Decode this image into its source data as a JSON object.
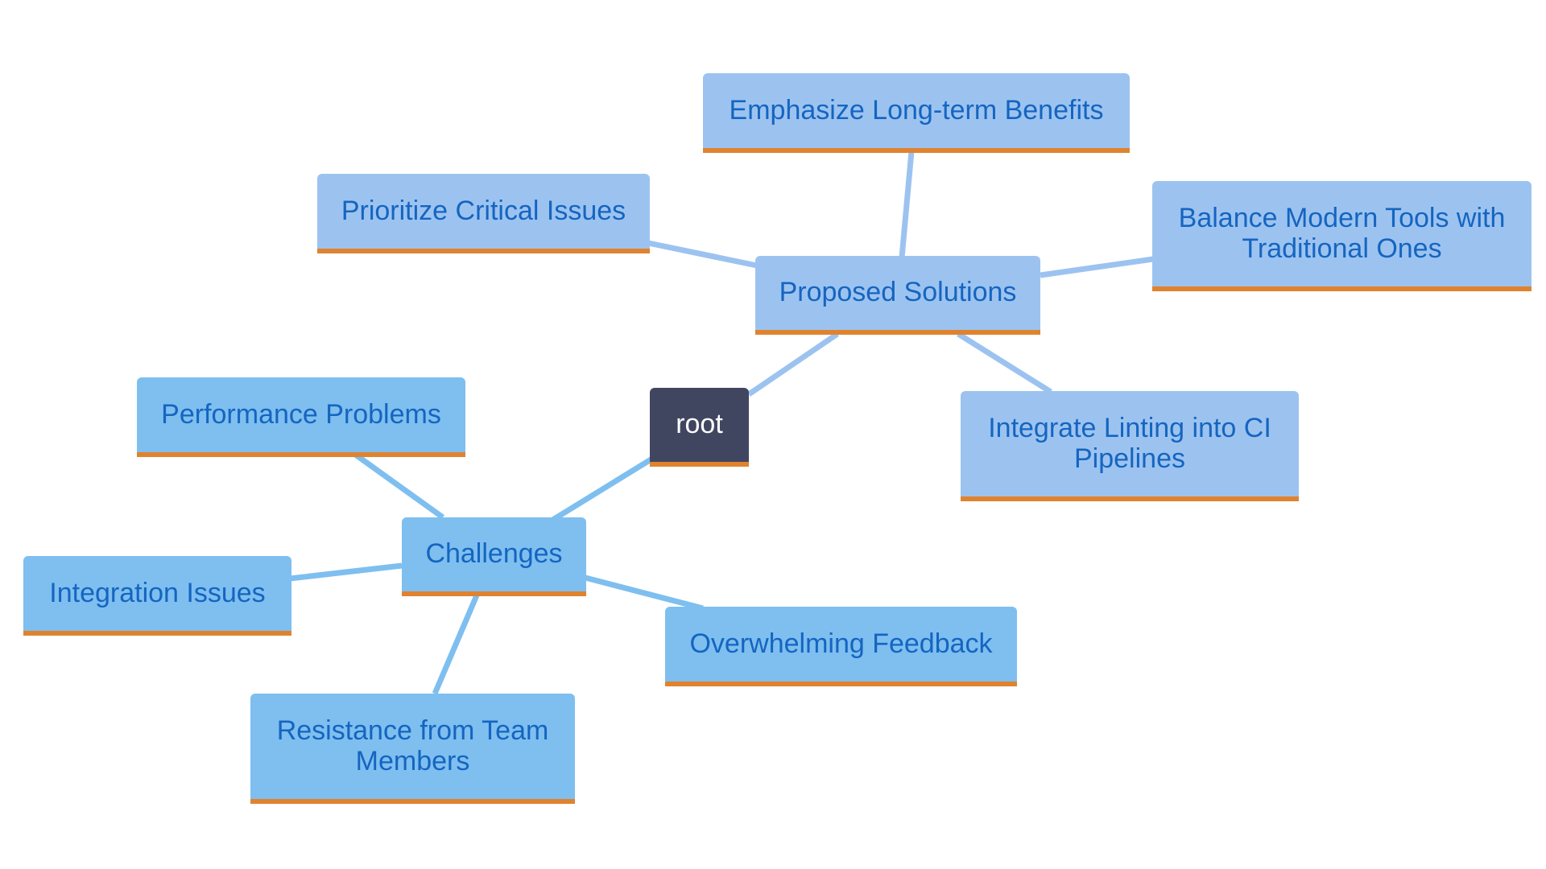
{
  "diagram": {
    "root": "root",
    "branches": [
      {
        "label": "Proposed Solutions",
        "children": [
          "Emphasize Long-term Benefits",
          "Prioritize Critical Issues",
          "Balance Modern Tools with Traditional Ones",
          "Integrate Linting into CI Pipelines"
        ]
      },
      {
        "label": "Challenges",
        "children": [
          "Performance Problems",
          "Integration Issues",
          "Resistance from Team Members",
          "Overwhelming Feedback"
        ]
      }
    ]
  },
  "colors": {
    "solutions_fill": "#9cc3f0",
    "challenges_fill": "#7ebff0",
    "root_fill": "#414660",
    "underline": "#e0832f",
    "text": "#1565c0",
    "edge_solutions": "#9cc3f0",
    "edge_challenges": "#7ebff0"
  }
}
